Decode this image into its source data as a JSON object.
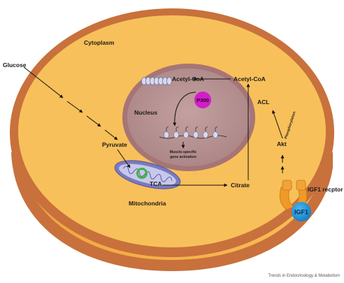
{
  "labels": {
    "cytoplasm": "Cytoplasm",
    "glucose": "Glucose",
    "nucleus": "Nucleus",
    "acetyl_coa_nucleus": "Acetyl-CoA",
    "acetyl_coa_cytoplasm": "Acetyl-CoA",
    "p300": "P300",
    "muscle_line1": "Muscle-specific",
    "muscle_line2": "gene activation",
    "acl": "ACL",
    "phosphorylation": "Phosphorylation",
    "akt": "Akt",
    "pyruvate": "Pyruvate",
    "tca": "TCA",
    "citrate": "Citrate",
    "mitochondria": "Mitochondria",
    "igf1_receptor": "IGF1 recptor",
    "igf1": "IGF1"
  },
  "credit": "Trends in Endocrinology & Metabolism",
  "colors": {
    "cell_outer": "#c8713c",
    "cytoplasm": "#f8c05a",
    "cut_face": "#f6ad4a",
    "nucleus_ring": "#a67575",
    "nucleus": "#b99393",
    "p300": "#d21ec8",
    "mito_outer": "#7a7ac2",
    "mito_inner": "#c8c8ea",
    "tca_ring": "#3db543",
    "igf1": "#1e96e0",
    "receptor": "#ef9a28"
  }
}
